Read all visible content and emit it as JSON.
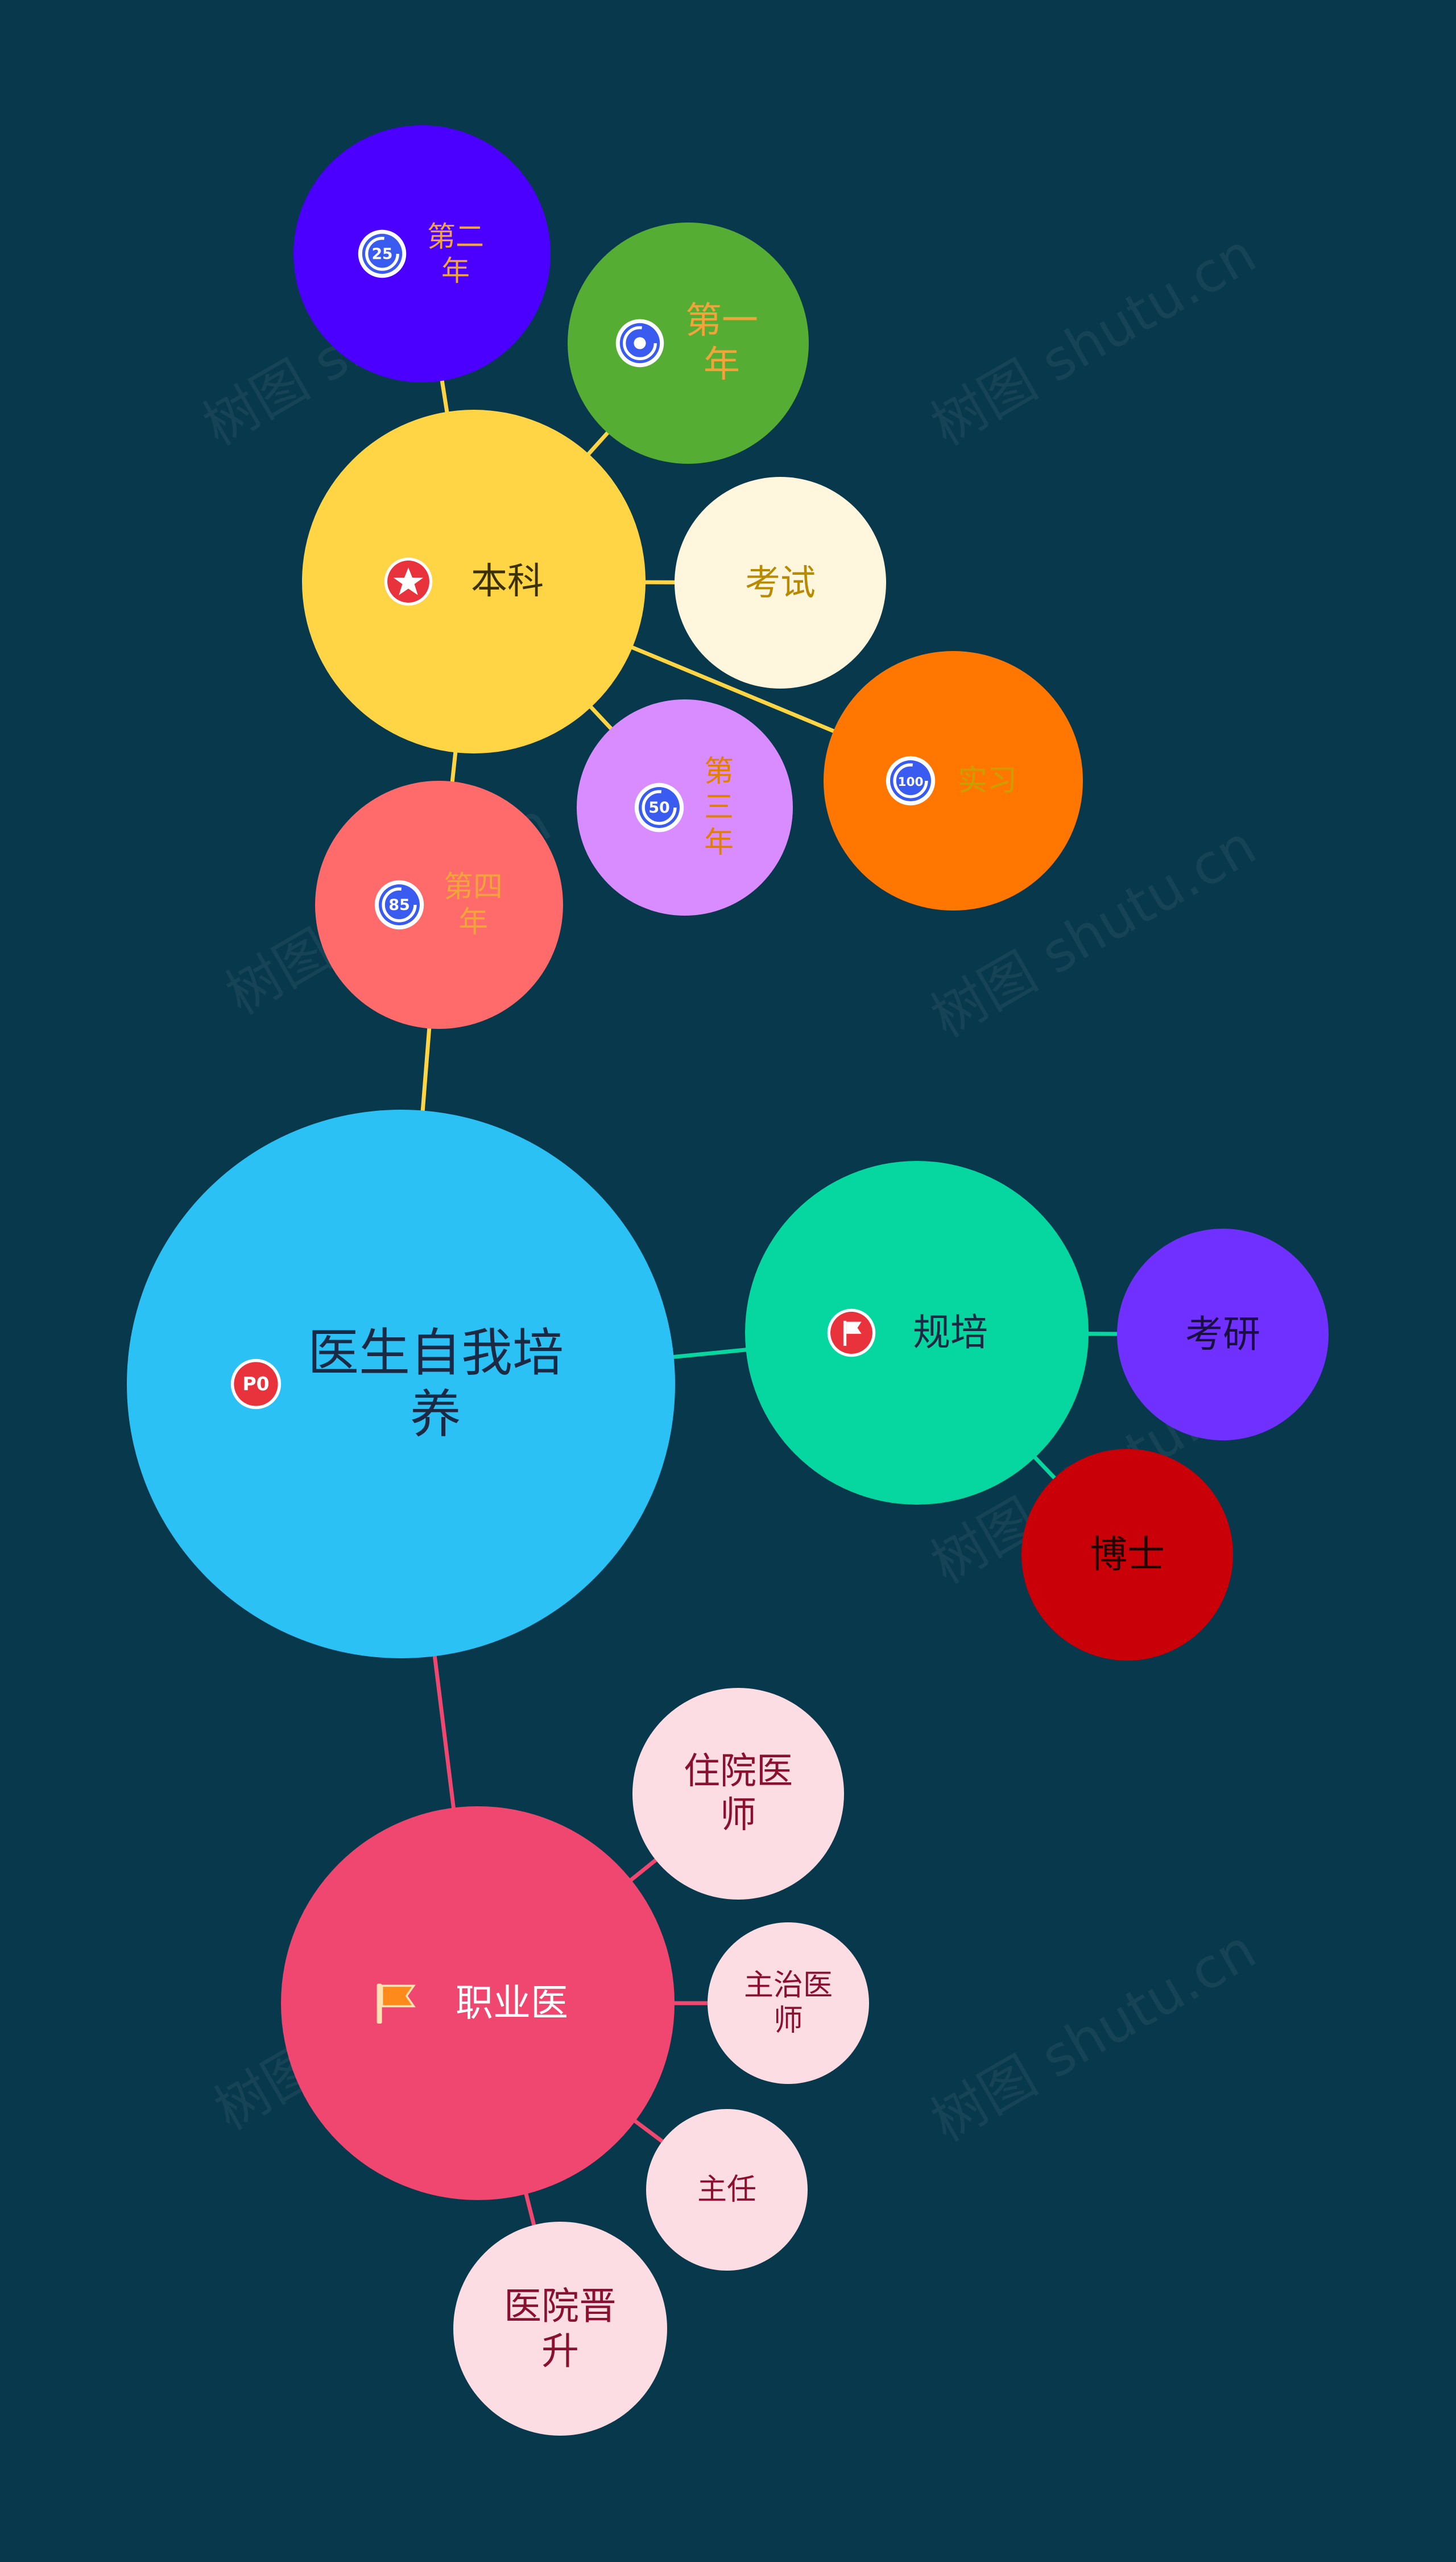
{
  "canvas": {
    "background": "#08384b"
  },
  "watermark": {
    "text": "树图 shutu.cn"
  },
  "nodes": [
    {
      "id": "root",
      "label": "医生自我培养",
      "color": "#2bc1f5",
      "text_color": "#1a2a44",
      "icon": "priority-0-badge-icon",
      "icon_text": "P0"
    },
    {
      "id": "benke",
      "label": "本科",
      "color": "#ffd545",
      "text_color": "#3a3000",
      "icon": "star-badge-icon"
    },
    {
      "id": "year2",
      "label": "第二年",
      "color": "#4b00ff",
      "text_color": "#f0a43a",
      "icon": "progress-25-icon",
      "icon_text": "25"
    },
    {
      "id": "year1",
      "label": "第一年",
      "color": "#55ad33",
      "text_color": "#f0a43a",
      "icon": "progress-start-icon",
      "icon_text": ""
    },
    {
      "id": "exam",
      "label": "考试",
      "color": "#fff6de",
      "text_color": "#b88a00"
    },
    {
      "id": "intern",
      "label": "实习",
      "color": "#ff7700",
      "text_color": "#c9a000",
      "icon": "progress-100-icon",
      "icon_text": "100"
    },
    {
      "id": "year3",
      "label": "第三年",
      "color": "#d98cff",
      "text_color": "#e07f00",
      "icon": "progress-50-icon",
      "icon_text": "50"
    },
    {
      "id": "year4",
      "label": "第四年",
      "color": "#ff6b6b",
      "text_color": "#f0a43a",
      "icon": "progress-85-icon",
      "icon_text": "85"
    },
    {
      "id": "guipei",
      "label": "规培",
      "color": "#06d6a0",
      "text_color": "#1a2a44",
      "icon": "flag-badge-icon"
    },
    {
      "id": "kaoyan",
      "label": "考研",
      "color": "#7030ff",
      "text_color": "#1a1040"
    },
    {
      "id": "boshi",
      "label": "博士",
      "color": "#c90008",
      "text_color": "#220000"
    },
    {
      "id": "zhiye",
      "label": "职业医",
      "color": "#ef476f",
      "text_color": "#ffffff",
      "icon": "orange-flag-icon"
    },
    {
      "id": "zhuyuan",
      "label": "住院医师",
      "color": "#fcdde3",
      "text_color": "#8a1030"
    },
    {
      "id": "zhuzhi",
      "label": "主治医师",
      "color": "#fcdde3",
      "text_color": "#8a1030"
    },
    {
      "id": "zhuren",
      "label": "主任",
      "color": "#fcdde3",
      "text_color": "#8a1030"
    },
    {
      "id": "jinsheng",
      "label": "医院晋升",
      "color": "#fcdde3",
      "text_color": "#8a1030"
    }
  ],
  "links": [
    {
      "from": "root",
      "to": "year4",
      "color": "#ffd545"
    },
    {
      "from": "year4",
      "to": "benke",
      "color": "#ffd545"
    },
    {
      "from": "benke",
      "to": "year2",
      "color": "#ffd545"
    },
    {
      "from": "benke",
      "to": "year1",
      "color": "#ffd545"
    },
    {
      "from": "benke",
      "to": "exam",
      "color": "#ffd545"
    },
    {
      "from": "benke",
      "to": "intern",
      "color": "#ffd545"
    },
    {
      "from": "benke",
      "to": "year3",
      "color": "#ffd545"
    },
    {
      "from": "root",
      "to": "guipei",
      "color": "#06d6a0"
    },
    {
      "from": "guipei",
      "to": "kaoyan",
      "color": "#06d6a0"
    },
    {
      "from": "guipei",
      "to": "boshi",
      "color": "#06d6a0"
    },
    {
      "from": "root",
      "to": "zhiye",
      "color": "#ef476f"
    },
    {
      "from": "zhiye",
      "to": "zhuyuan",
      "color": "#ef476f"
    },
    {
      "from": "zhiye",
      "to": "zhuzhi",
      "color": "#ef476f"
    },
    {
      "from": "zhiye",
      "to": "zhuren",
      "color": "#ef476f"
    },
    {
      "from": "zhiye",
      "to": "jinsheng",
      "color": "#ef476f"
    }
  ]
}
